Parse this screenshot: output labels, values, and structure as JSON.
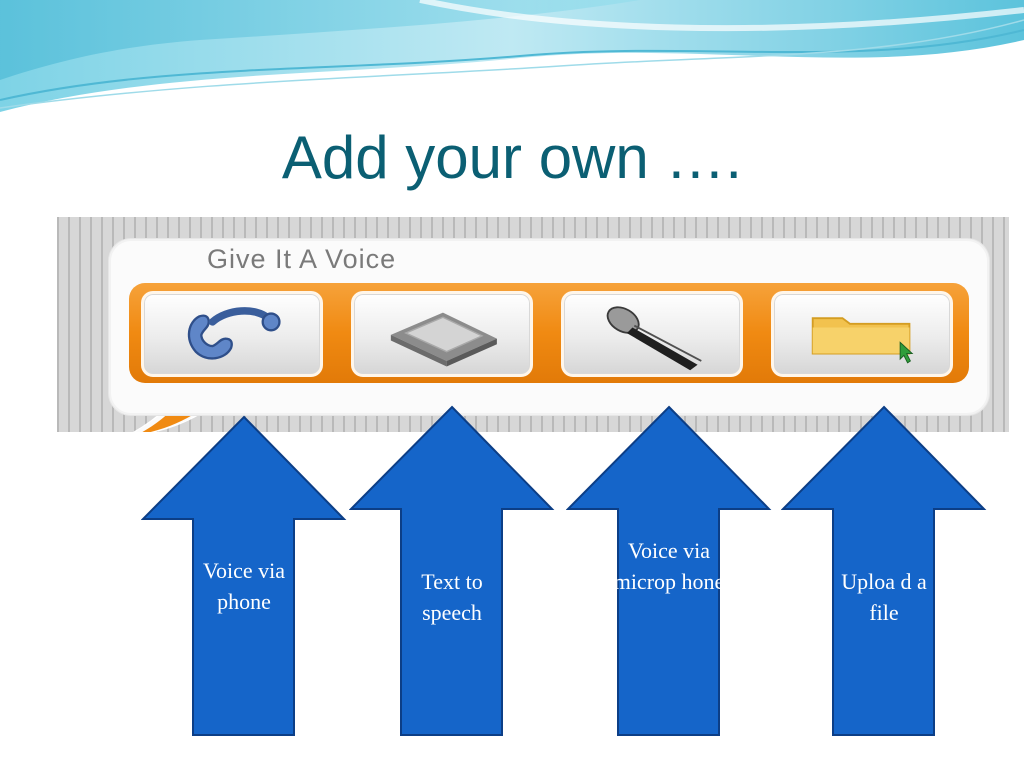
{
  "slide": {
    "title": "Add your own …."
  },
  "widget": {
    "title": "Give It A Voice",
    "buttons": [
      {
        "icon": "phone-icon"
      },
      {
        "icon": "keyboard-key-icon"
      },
      {
        "icon": "microphone-icon"
      },
      {
        "icon": "folder-upload-icon"
      }
    ],
    "colors": {
      "bar": "#f08a12",
      "bubble": "#fbfbfb"
    }
  },
  "arrows": [
    {
      "label": "Voice via phone"
    },
    {
      "label": "Text to speech"
    },
    {
      "label": "Voice via microp hone"
    },
    {
      "label": "Uploa d a file"
    }
  ],
  "colors": {
    "title": "#0b5f73",
    "arrow_fill": "#1565c9",
    "arrow_stroke": "#0c3e86"
  }
}
